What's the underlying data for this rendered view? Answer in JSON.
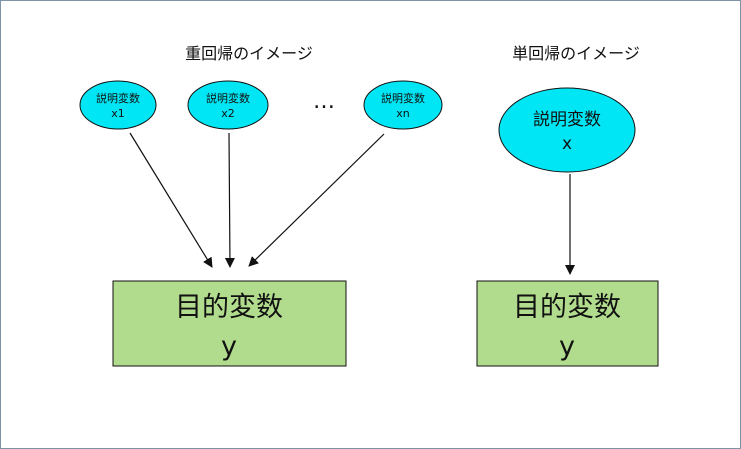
{
  "colors": {
    "oval_fill": "#00e6f4",
    "box_fill": "#b1dc8d",
    "outline": "#111111",
    "frame": "#7f92a8"
  },
  "multiple": {
    "title": "重回帰のイメージ",
    "ovals": [
      {
        "line1": "説明変数",
        "line2": "x1"
      },
      {
        "line1": "説明変数",
        "line2": "x2"
      },
      {
        "line1": "説明変数",
        "line2": "xn"
      }
    ],
    "ellipsis": "…",
    "box": {
      "line1": "目的変数",
      "line2": "y"
    }
  },
  "single": {
    "title": "単回帰のイメージ",
    "oval": {
      "line1": "説明変数",
      "line2": "x"
    },
    "box": {
      "line1": "目的変数",
      "line2": "y"
    }
  }
}
